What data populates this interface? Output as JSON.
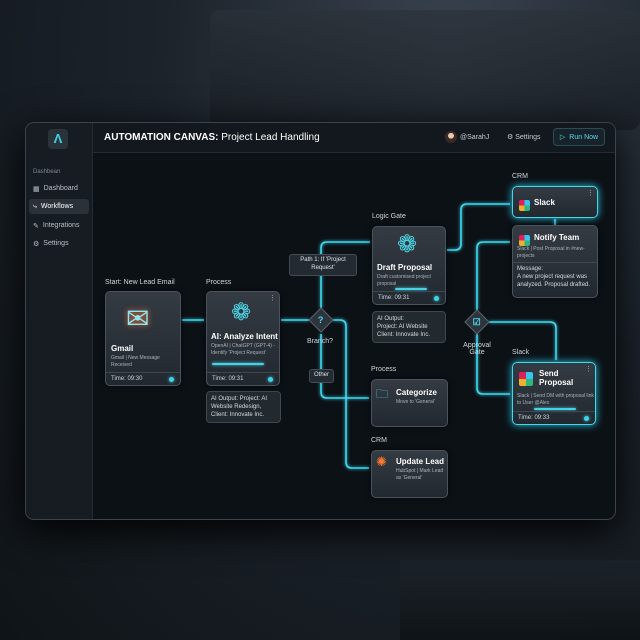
{
  "header": {
    "title_bold": "AUTOMATION CANVAS:",
    "title_rest": " Project Lead Handling",
    "user": "@SarahJ",
    "settings": "Settings",
    "run": "Run Now"
  },
  "sidebar": {
    "section": "Dashbean",
    "items": [
      {
        "label": "Dashboard",
        "icon": "grid-icon"
      },
      {
        "label": "Workflows",
        "icon": "workflow-icon",
        "active": true
      },
      {
        "label": "Integrations",
        "icon": "plug-icon"
      },
      {
        "label": "Settings",
        "icon": "gear-icon"
      }
    ]
  },
  "colors": {
    "accent": "#3fd3e6",
    "background": "#0c1116"
  },
  "nodes": {
    "gmail": {
      "section": "Start: New Lead Email",
      "title": "Gmail",
      "sub": "Gmail | New Message Received",
      "time": "Time: 09:30"
    },
    "analyze": {
      "section": "Process",
      "title": "AI: Analyze Intent",
      "sub": "OpenAI | ChatGPT (GPT-4) - Identify 'Project Request'",
      "time": "Time: 09:31",
      "output": "AI Output: Project: AI Website Redesign, Client: Innovate Inc.",
      "progress": 0.8
    },
    "branch": {
      "label": "Branch?",
      "path1": "Path 1: If 'Project Request'",
      "other": "Other"
    },
    "draft": {
      "section": "Logic Gate",
      "title": "Draft Proposal",
      "sub": "Draft customised project proposal",
      "time": "Time: 09:31",
      "output_title": "AI Output:",
      "output": "Project: AI Website Client: Innovate Inc.",
      "progress": 0.6
    },
    "slack": {
      "section": "CRM",
      "title": "Slack"
    },
    "notify": {
      "title": "Notify Team",
      "sub": "Slack | Post Proposal in #new-projects",
      "msg_title": "Message:",
      "msg": "A new project request was analyzed. Proposal drafted."
    },
    "approval": {
      "label": "Approval Gate"
    },
    "send": {
      "section": "Slack",
      "title": "Send Proposal",
      "sub": "Slack | Send DM with proposal link to User @Alex",
      "time": "Time: 09:33",
      "progress": 0.7
    },
    "categorize": {
      "section": "Process",
      "title": "Categorize",
      "sub": "Move to 'General'"
    },
    "update": {
      "section": "CRM",
      "title": "Update Lead",
      "sub": "HubSpot | Mark Lead as 'General'"
    }
  }
}
